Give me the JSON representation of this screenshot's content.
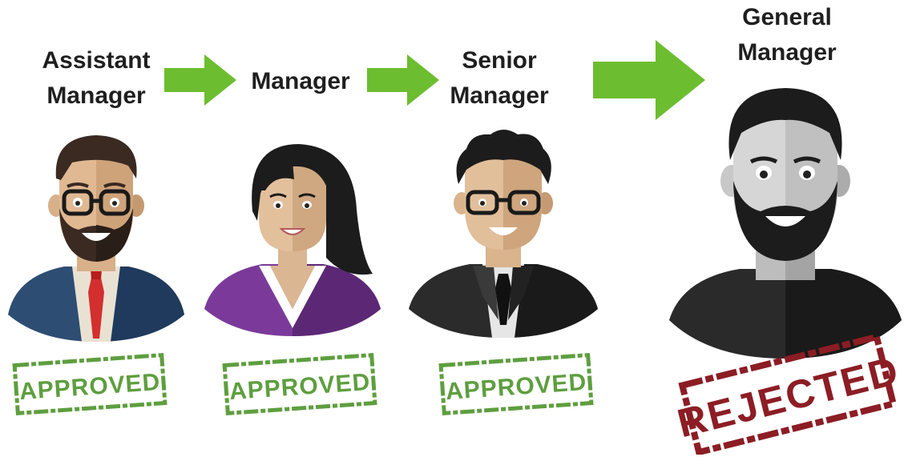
{
  "steps": [
    {
      "title_line1": "Assistant",
      "title_line2": "Manager",
      "stamp": "APPROVED"
    },
    {
      "title_line1": "Manager",
      "title_line2": "",
      "stamp": "APPROVED"
    },
    {
      "title_line1": "Senior",
      "title_line2": "Manager",
      "stamp": "APPROVED"
    },
    {
      "title_line1": "General",
      "title_line2": "Manager",
      "stamp": "REJECTED"
    }
  ],
  "colors": {
    "arrow": "#6cbd2f",
    "approved": "#5e9e3f",
    "rejected": "#8c1d24"
  }
}
